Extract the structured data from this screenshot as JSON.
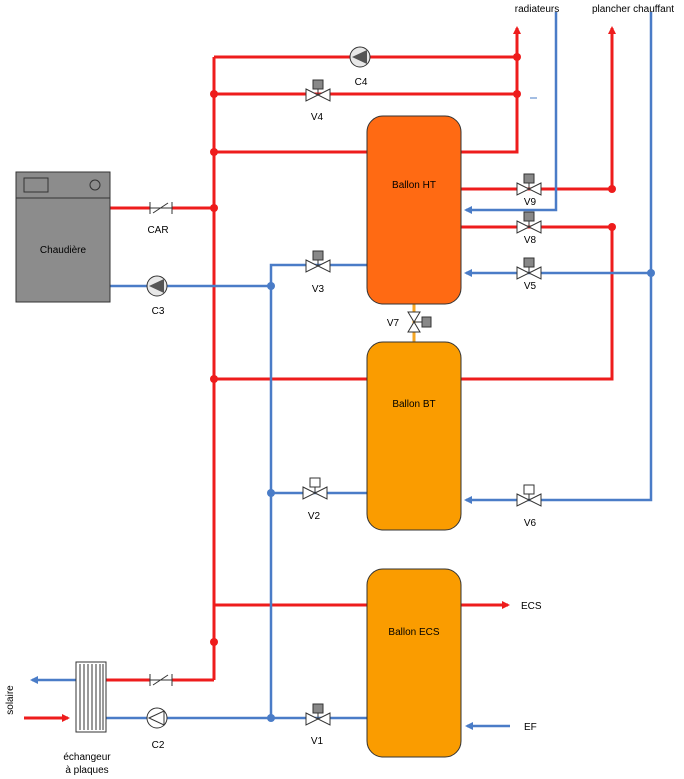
{
  "labels": {
    "radiateurs": "radiateurs",
    "plancher": "plancher chauffant",
    "chaudiere": "Chaudière",
    "car": "CAR",
    "c2": "C2",
    "c3": "C3",
    "c4": "C4",
    "v1": "V1",
    "v2": "V2",
    "v3": "V3",
    "v4": "V4",
    "v5": "V5",
    "v6": "V6",
    "v7": "V7",
    "v8": "V8",
    "v9": "V9",
    "ballon_ht": "Ballon HT",
    "ballon_bt": "Ballon BT",
    "ballon_ecs": "Ballon ECS",
    "ecs": "ECS",
    "ef": "EF",
    "solaire": "solaire",
    "echangeur_l1": "échangeur",
    "echangeur_l2": "à plaques"
  },
  "colors": {
    "hot_pipe": "#ee1c1c",
    "cold_pipe": "#4a7cc7",
    "tank_ht": "#ff6a13",
    "tank_bt": "#fa9c00",
    "tank_ecs": "#fa9c00",
    "boiler": "#8c8c8c"
  }
}
